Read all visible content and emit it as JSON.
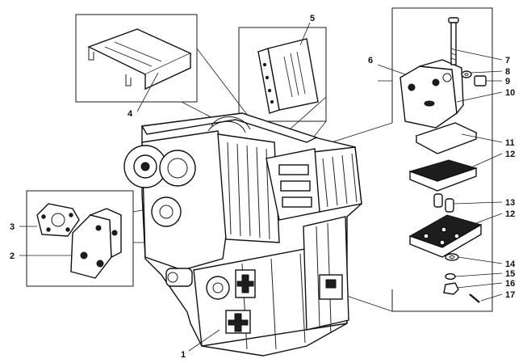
{
  "figure": {
    "callouts": [
      "1",
      "2",
      "3",
      "4",
      "5",
      "6",
      "7",
      "8",
      "9",
      "10",
      "11",
      "12",
      "12",
      "13",
      "14",
      "15",
      "16",
      "17"
    ]
  }
}
